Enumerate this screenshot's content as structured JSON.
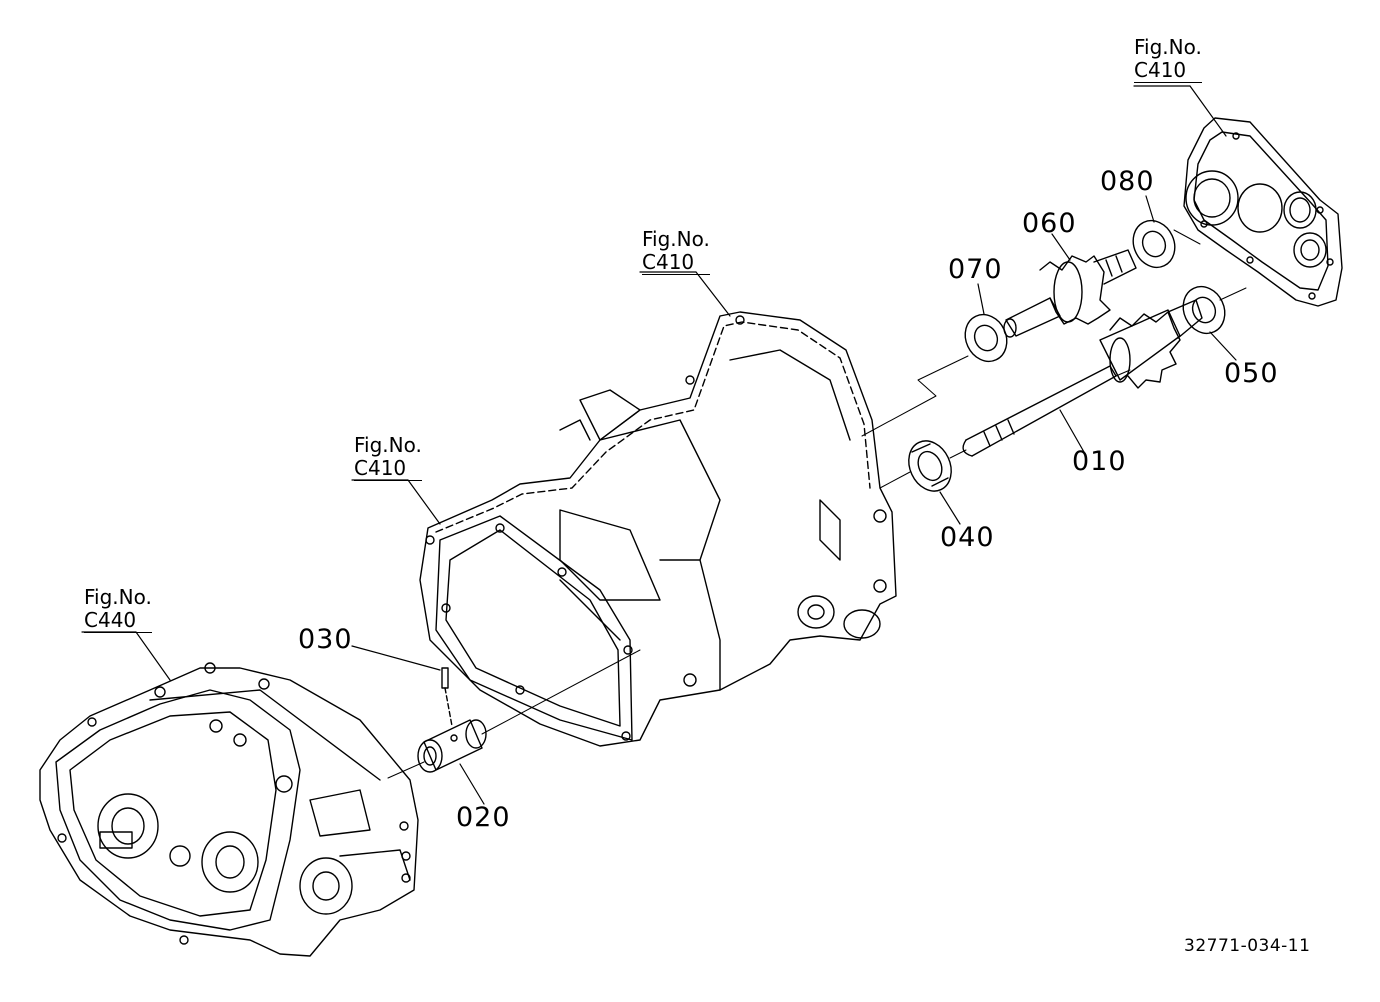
{
  "figure_refs": [
    {
      "id": "top-right",
      "line1": "Fig.No.",
      "line2": "C410"
    },
    {
      "id": "middle",
      "line1": "Fig.No.",
      "line2": "C410"
    },
    {
      "id": "left-mid",
      "line1": "Fig.No.",
      "line2": "C410"
    },
    {
      "id": "bottom-left",
      "line1": "Fig.No.",
      "line2": "C440"
    }
  ],
  "parts": {
    "p010": "010",
    "p020": "020",
    "p030": "030",
    "p040": "040",
    "p050": "050",
    "p060": "060",
    "p070": "070",
    "p080": "080"
  },
  "document_number": "32771-034-11",
  "colors": {
    "ink": "#000000",
    "paper": "#ffffff"
  }
}
